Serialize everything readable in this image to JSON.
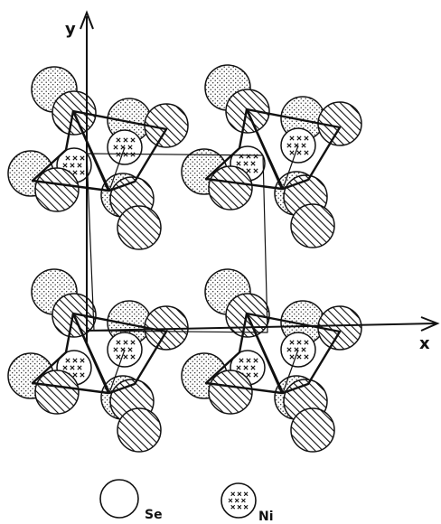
{
  "axes": {
    "x_label": "x",
    "y_label": "y"
  },
  "legend": [
    {
      "symbol": "plain-circle",
      "label": "Se"
    },
    {
      "symbol": "crossed-circle",
      "label": "Ni"
    }
  ],
  "colors": {
    "ink": "#111111",
    "paper": "#ffffff"
  }
}
